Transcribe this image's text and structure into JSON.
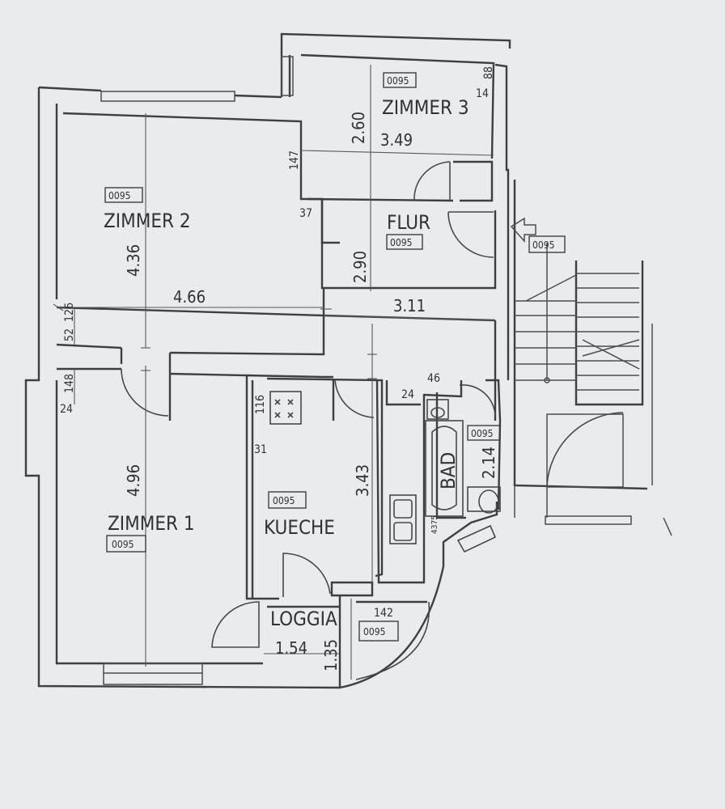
{
  "plan": {
    "rooms": {
      "zimmer1": {
        "name": "ZIMMER 1",
        "code": "0095"
      },
      "zimmer2": {
        "name": "ZIMMER 2",
        "code": "0095"
      },
      "zimmer3": {
        "name": "ZIMMER 3",
        "code": "0095"
      },
      "flur": {
        "name": "FLUR",
        "code": "0095"
      },
      "kueche": {
        "name": "KUECHE",
        "code": "0095"
      },
      "bad": {
        "name": "BAD",
        "code": "0095"
      },
      "loggia": {
        "name": "LOGGIA",
        "code": "0095"
      },
      "stair": {
        "code": "0095"
      }
    },
    "dimensions": {
      "z2_width": "4.66",
      "z2_height": "4.36",
      "z1_height": "4.96",
      "z3_height": "2.60",
      "z3_width": "3.49",
      "flur_height": "2.90",
      "flur_width": "3.11",
      "kueche_height": "3.43",
      "bad_height": "2.14",
      "loggia_width": "1.54",
      "loggia_height": "1.35"
    },
    "small_numbers": {
      "n147": "147",
      "n37": "37",
      "n126": "126",
      "n52": "52",
      "n148": "148",
      "n24a": "24",
      "n116": "116",
      "n31": "31",
      "n46": "46",
      "n24b": "24",
      "n142": "142",
      "n14": "14",
      "n88": "88",
      "n4375": "4375"
    }
  }
}
